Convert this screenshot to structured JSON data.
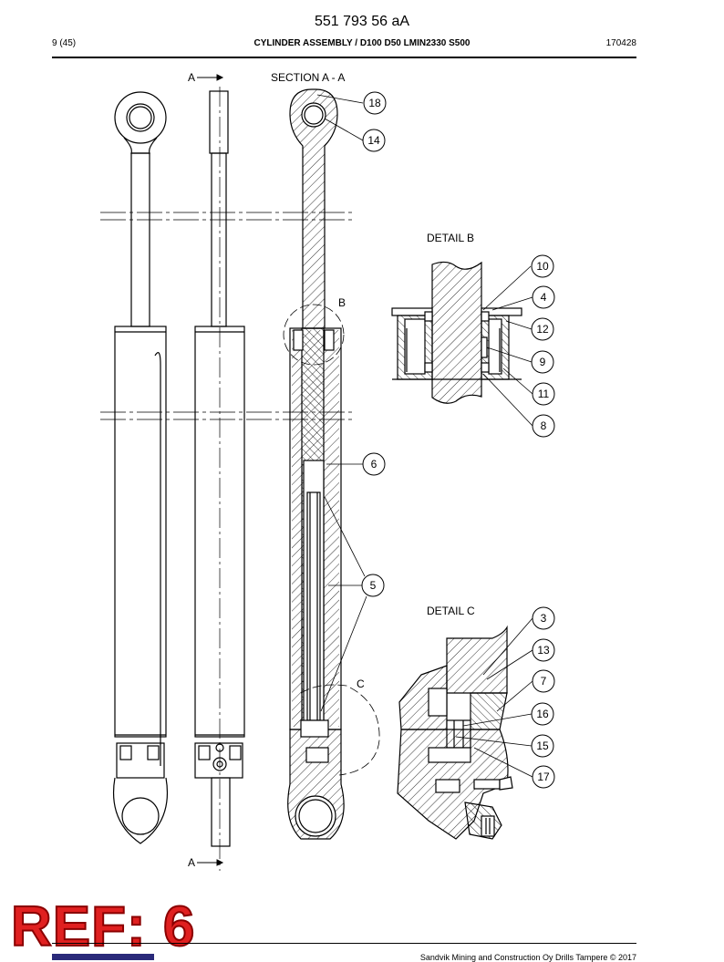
{
  "header": {
    "doc_number": "551 793 56 aA",
    "page": "9 (45)",
    "subtitle": "CYLINDER ASSEMBLY / D100 D50 LMIN2330 S500",
    "date": "170428"
  },
  "drawing": {
    "section_marker": "A",
    "section_title": "SECTION A - A",
    "detail_b_title": "DETAIL B",
    "detail_c_title": "DETAIL C",
    "detail_b_marker": "B",
    "detail_c_marker": "C",
    "callouts": {
      "c18": "18",
      "c14": "14",
      "c10": "10",
      "c4": "4",
      "c12": "12",
      "c9": "9",
      "c11": "11",
      "c8": "8",
      "c6": "6",
      "c5": "5",
      "c3": "3",
      "c13": "13",
      "c7": "7",
      "c16": "16",
      "c15": "15",
      "c17": "17"
    }
  },
  "stamp": {
    "text": "REF: 6",
    "color": "#e02020"
  },
  "footer": {
    "copyright": "Sandvik Mining and Construction Oy Drills Tampere © 2017"
  }
}
